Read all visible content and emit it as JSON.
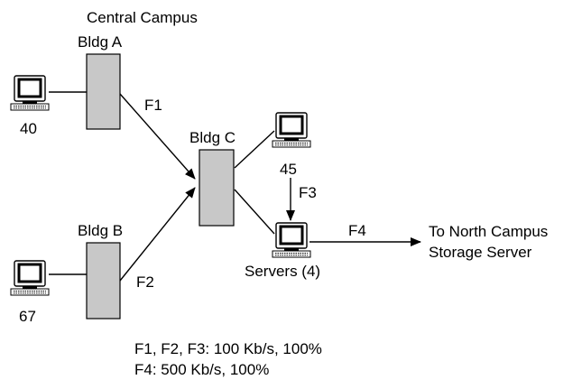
{
  "diagram": {
    "title": "Central Campus",
    "buildings": {
      "a": "Bldg A",
      "b": "Bldg B",
      "c": "Bldg C"
    },
    "hosts": {
      "host_a_count": "40",
      "host_b_count": "67",
      "host_c_count": "45",
      "servers": "Servers (4)"
    },
    "flows": {
      "f1": "F1",
      "f2": "F2",
      "f3": "F3",
      "f4": "F4"
    },
    "destination": [
      "To North Campus",
      "Storage Server"
    ],
    "legend": [
      "F1, F2, F3: 100 Kb/s, 100%",
      "F4: 500 Kb/s, 100%"
    ]
  }
}
